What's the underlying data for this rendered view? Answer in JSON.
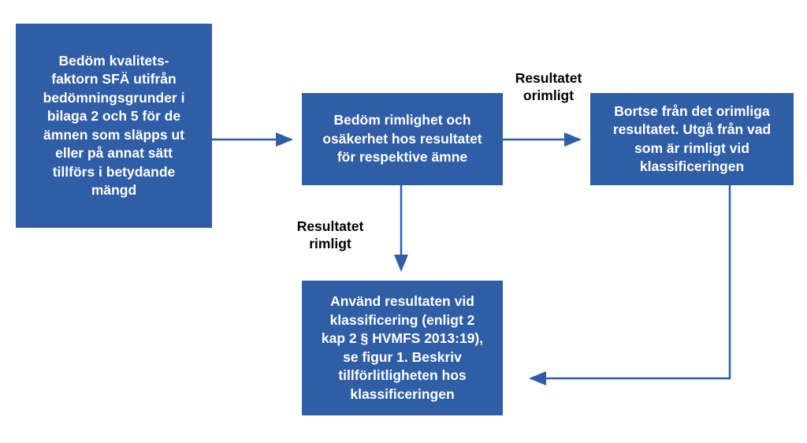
{
  "nodes": {
    "assess_quality_factor": "Bedöm kvalitets-\nfaktorn SFÄ utifrån\nbedömningsgrunder i\nbilaga 2 och 5 för de\nämnen som släpps ut\neller på annat sätt\ntillförs i betydande\nmängd",
    "assess_reasonableness": "Bedöm rimlighet och\nosäkerhet hos resultatet\nför respektive ämne",
    "disregard_unreasonable": "Bortse från det orimliga\nresultatet. Utgå från vad\nsom är rimligt vid\nklassificeringen",
    "use_results": "Använd resultaten vid\nklassificering (enligt 2\nkap 2 § HVMFS 2013:19),\nse figur 1. Beskriv\ntillförlitligheten hos\nklassificeringen"
  },
  "edges": {
    "result_unreasonable": "Resultatet\norimligt",
    "result_reasonable": "Resultatet\nrimligt"
  },
  "colors": {
    "box_fill": "#2f5da6",
    "box_text": "#ffffff",
    "arrow": "#2f5da6",
    "label_text": "#000000"
  }
}
